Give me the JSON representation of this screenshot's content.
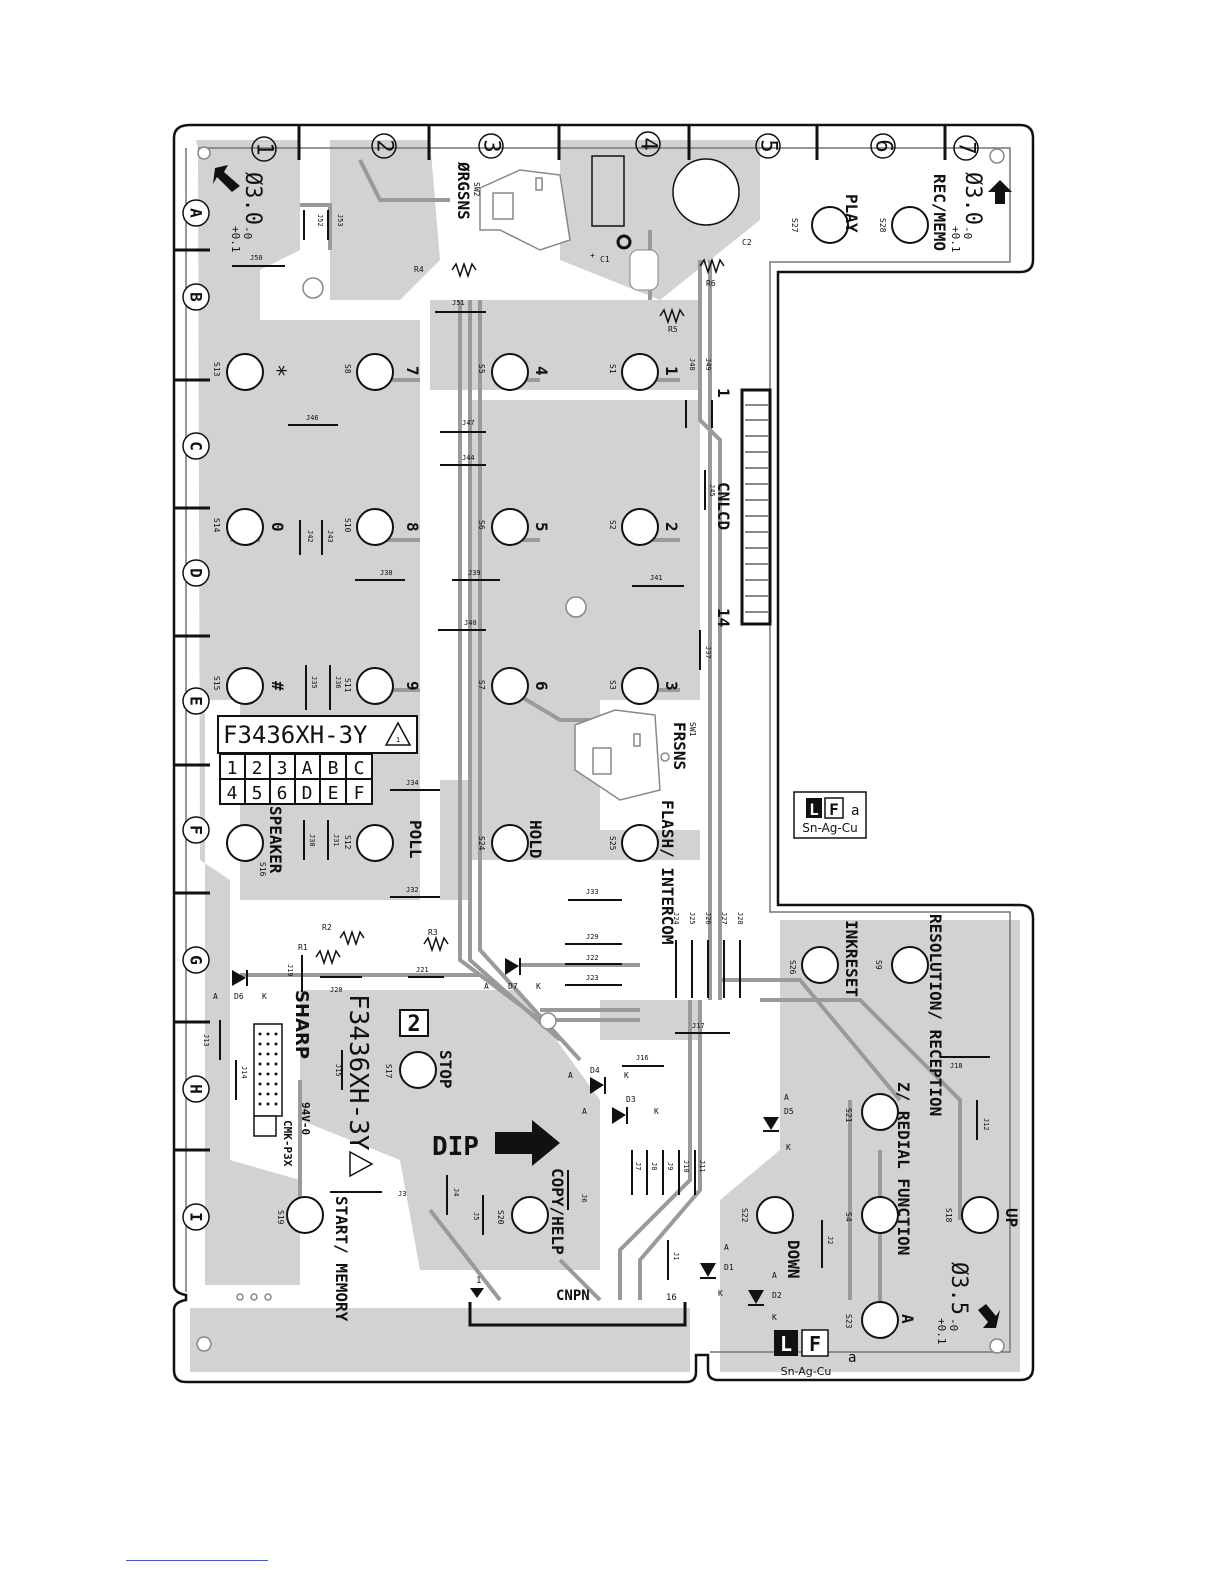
{
  "board": {
    "part_number": "F3436XH-3Y",
    "rev_number": "1",
    "manufacturer": "SHARP",
    "ul_rating": "94V-0",
    "material": "CMK-P3X",
    "rev_box": "2",
    "dip_label": "DIP",
    "lf_mark": {
      "l": "L",
      "f": "F",
      "a": "a",
      "alloy": "Sn-Ag-Cu"
    }
  },
  "grid_columns": [
    "1",
    "2",
    "3",
    "4",
    "5",
    "6",
    "7"
  ],
  "grid_rows": [
    "A",
    "B",
    "C",
    "D",
    "E",
    "F",
    "G",
    "H",
    "I"
  ],
  "code_table": [
    [
      "1",
      "2",
      "3",
      "A",
      "B",
      "C"
    ],
    [
      "4",
      "5",
      "6",
      "D",
      "E",
      "F"
    ]
  ],
  "holes": {
    "top_left": "Ø3.0",
    "top_right": "Ø3.0",
    "bottom_right": "Ø3.5",
    "tol_plus": "+0.1",
    "tol_minus": "-0"
  },
  "connectors": {
    "cnlcd": "CNLCD",
    "cnlcd_pin_first": "1",
    "cnlcd_pin_last": "14",
    "cnpn": "CNPN",
    "cnpn_pin_first": "1",
    "cnpn_pin_last": "16"
  },
  "switch_labels": {
    "rgsns": "ØRGSNS",
    "sw2": "SW2",
    "sw1": "SW1",
    "frsns": "FRSNS",
    "play": "PLAY",
    "rec_memo": "REC/MEMO",
    "k1": "1",
    "k2": "2",
    "k3": "3",
    "k4": "4",
    "k5": "5",
    "k6": "6",
    "k7": "7",
    "k8": "8",
    "k9": "9",
    "k0": "0",
    "star": "*",
    "hash": "#",
    "poll": "POLL",
    "hold": "HOLD",
    "flash_intercom": "FLASH/ INTERCOM",
    "speaker": "SPEAKER",
    "stop": "STOP",
    "start_memory": "START/ MEMORY",
    "copy_help": "COPY/HELP",
    "down": "DOWN",
    "up": "UP",
    "z_redial": "Z/ REDIAL FUNCTION",
    "a_key": "A",
    "inkreset": "INKRESET",
    "resolution": "RESOLUTION/ RECEPTION"
  },
  "switch_refs": [
    "S1",
    "S2",
    "S3",
    "S5",
    "S6",
    "S7",
    "S8",
    "S9",
    "S10",
    "S11",
    "S12",
    "S13",
    "S14",
    "S15",
    "S16",
    "S17",
    "S18",
    "S19",
    "S20",
    "S21",
    "S22",
    "S23",
    "S24",
    "S25",
    "S26",
    "S27",
    "S28"
  ],
  "components": {
    "c1": "C1",
    "c2": "C2",
    "r1": "R1",
    "r2": "R2",
    "r3": "R3",
    "r4": "R4",
    "r5": "R5",
    "r6": "R6",
    "d1": "D1",
    "d2": "D2",
    "d3": "D3",
    "d4": "D4",
    "d5": "D5",
    "d6": "D6",
    "d7": "D7",
    "anode": "A",
    "cathode": "K",
    "plus": "+"
  },
  "jumpers": [
    "J1",
    "J2",
    "J3",
    "J4",
    "J5",
    "J6",
    "J7",
    "J8",
    "J9",
    "J10",
    "J11",
    "J12",
    "J13",
    "J14",
    "J15",
    "J16",
    "J17",
    "J18",
    "J19",
    "J20",
    "J21",
    "J22",
    "J23",
    "J24",
    "J25",
    "J26",
    "J27",
    "J28",
    "J29",
    "J30",
    "J31",
    "J32",
    "J33",
    "J34",
    "J35",
    "J36",
    "J37",
    "J38",
    "J39",
    "J40",
    "J41",
    "J42",
    "J43",
    "J44",
    "J45",
    "J46",
    "J47",
    "J48",
    "J49",
    "J50",
    "J51",
    "J52",
    "J53"
  ]
}
